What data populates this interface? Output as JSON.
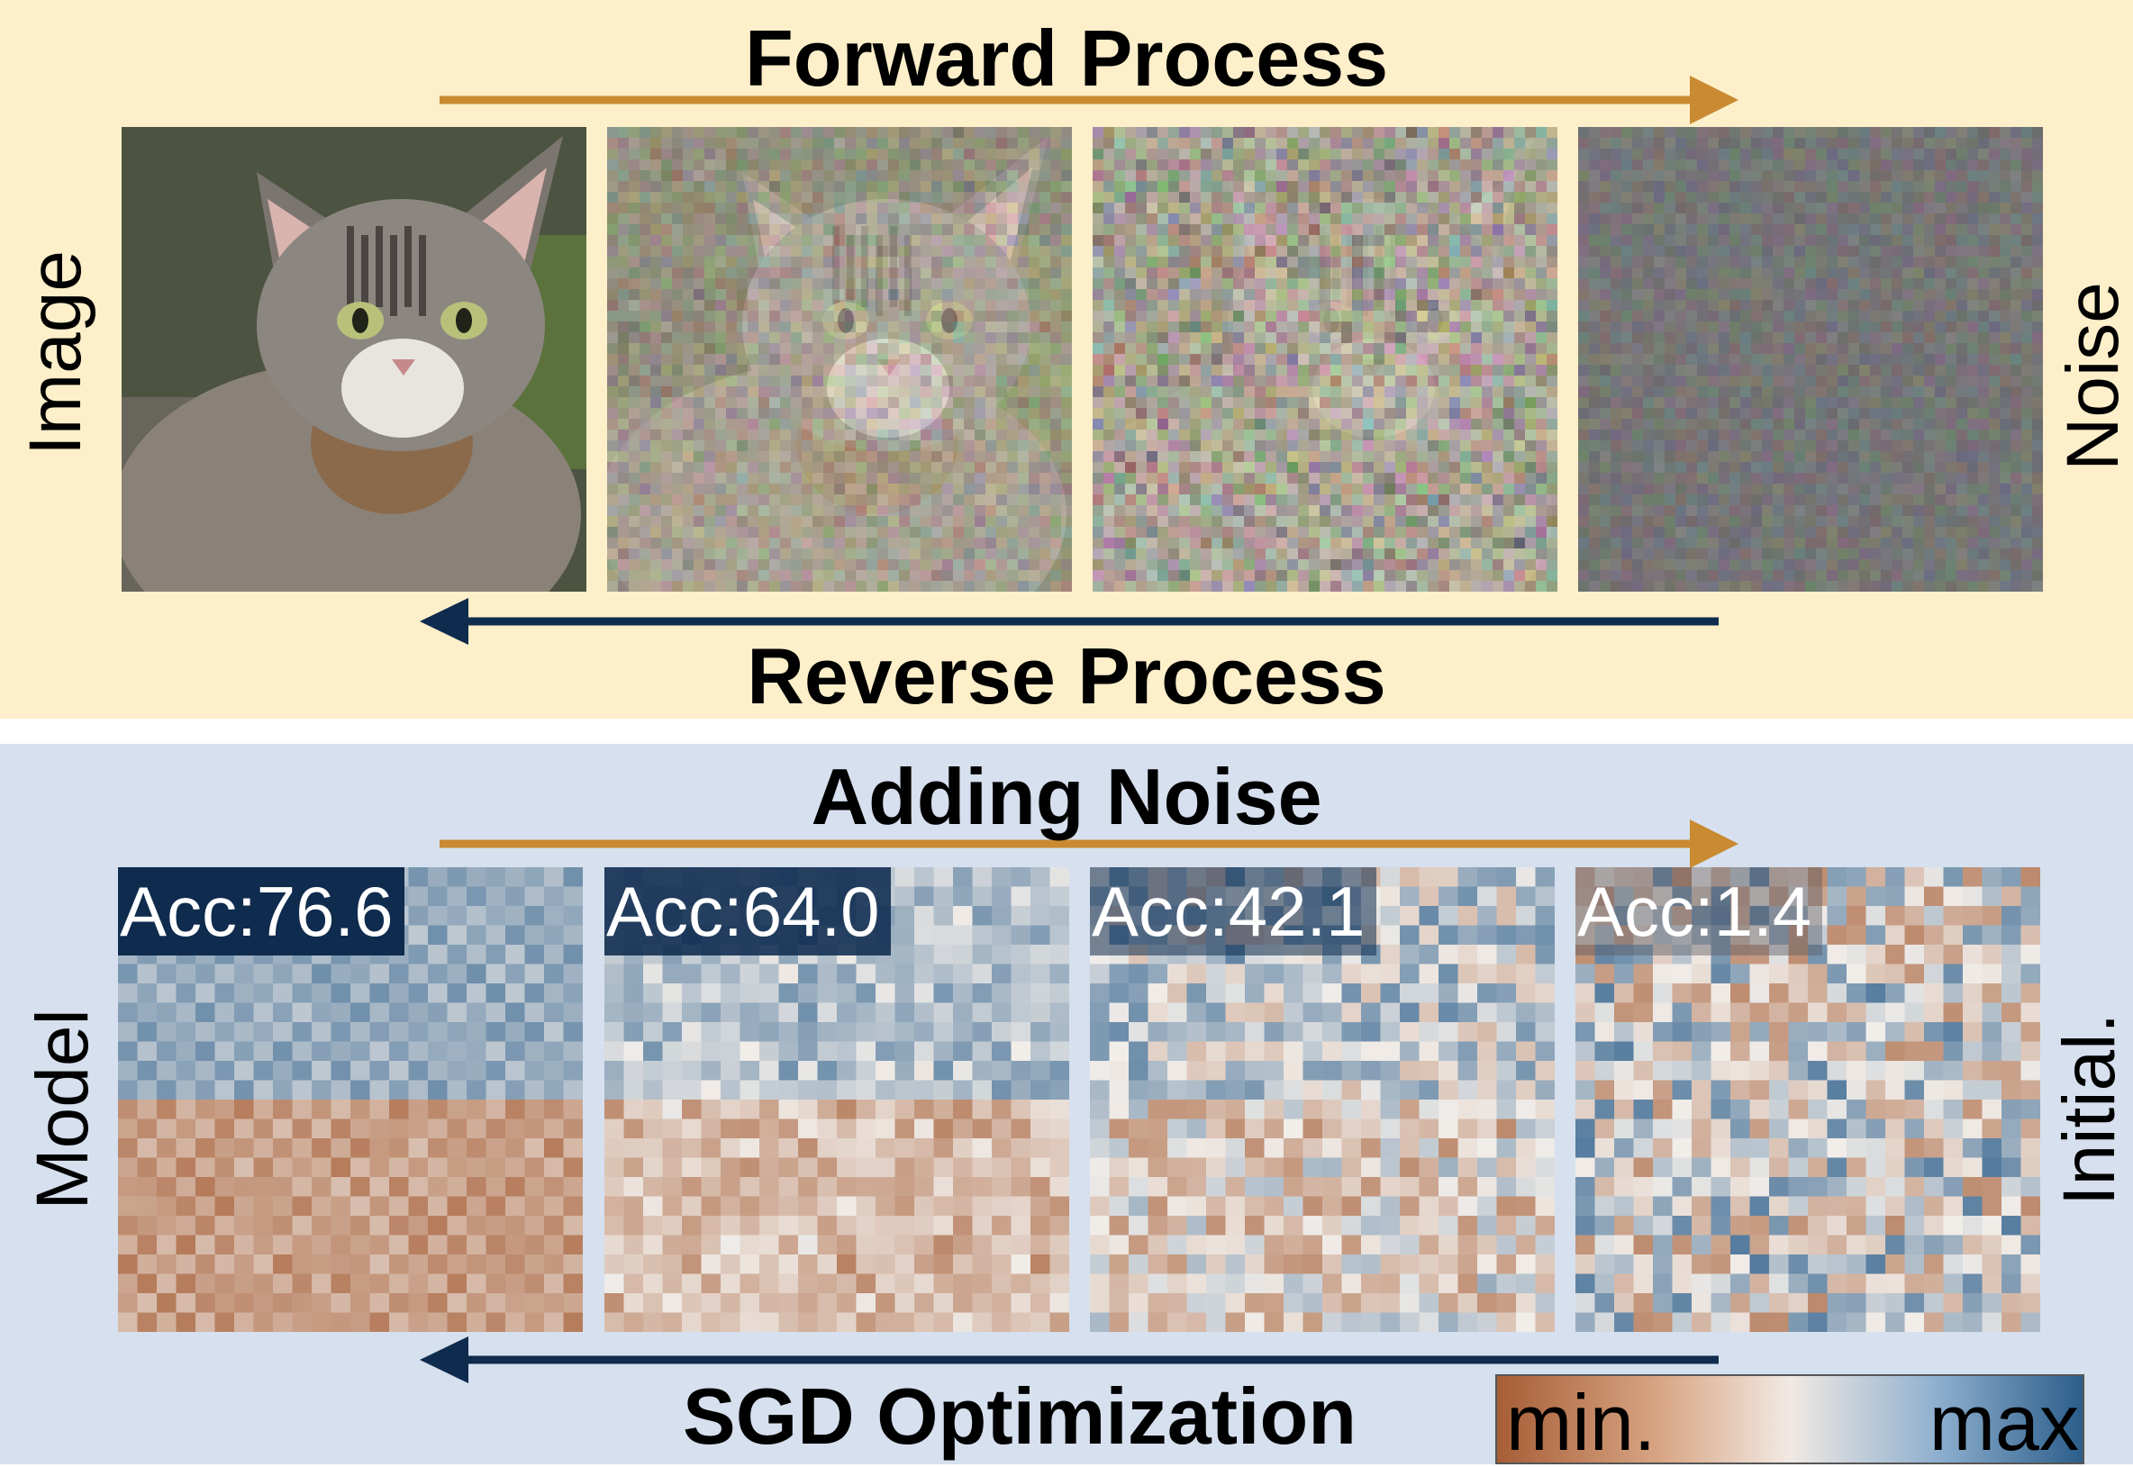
{
  "top": {
    "forward_label": "Forward Process",
    "reverse_label": "Reverse Process",
    "left_label": "Image",
    "right_label": "Noise",
    "noise_levels": [
      0,
      0.45,
      0.75,
      1.0
    ]
  },
  "bottom": {
    "forward_label": "Adding Noise",
    "reverse_label": "SGD Optimization",
    "left_label": "Model",
    "right_label": "Initial.",
    "accuracies": [
      "Acc:76.6",
      "Acc:64.0",
      "Acc:42.1",
      "Acc:1.4"
    ],
    "legend": {
      "min_label": "min.",
      "max_label": "max"
    }
  },
  "colors": {
    "top_background": "#fdefca",
    "bottom_background": "#d6e0ee",
    "forward_arrow": "#c98a32",
    "reverse_arrow": "#0f2b4e",
    "heat_min": "#a65e36",
    "heat_mid": "#f1ede9",
    "heat_max": "#2c5e8b"
  }
}
